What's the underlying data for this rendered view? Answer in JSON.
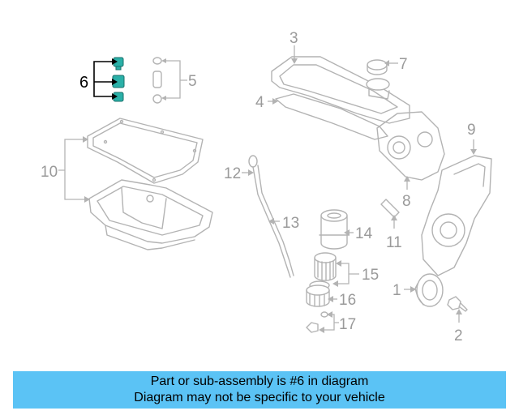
{
  "diagram": {
    "callouts": [
      "1",
      "2",
      "3",
      "4",
      "5",
      "6",
      "7",
      "8",
      "9",
      "10",
      "11",
      "12",
      "13",
      "14",
      "15",
      "16",
      "17"
    ],
    "highlighted_callout": "6",
    "colors": {
      "highlight_part": "#2ab0a8",
      "line_art": "#b3b3b3",
      "banner": "#5bc3f5"
    }
  },
  "banner": {
    "line1": "Part or sub-assembly is #6 in diagram",
    "line2": "Diagram may not be specific to your vehicle"
  }
}
